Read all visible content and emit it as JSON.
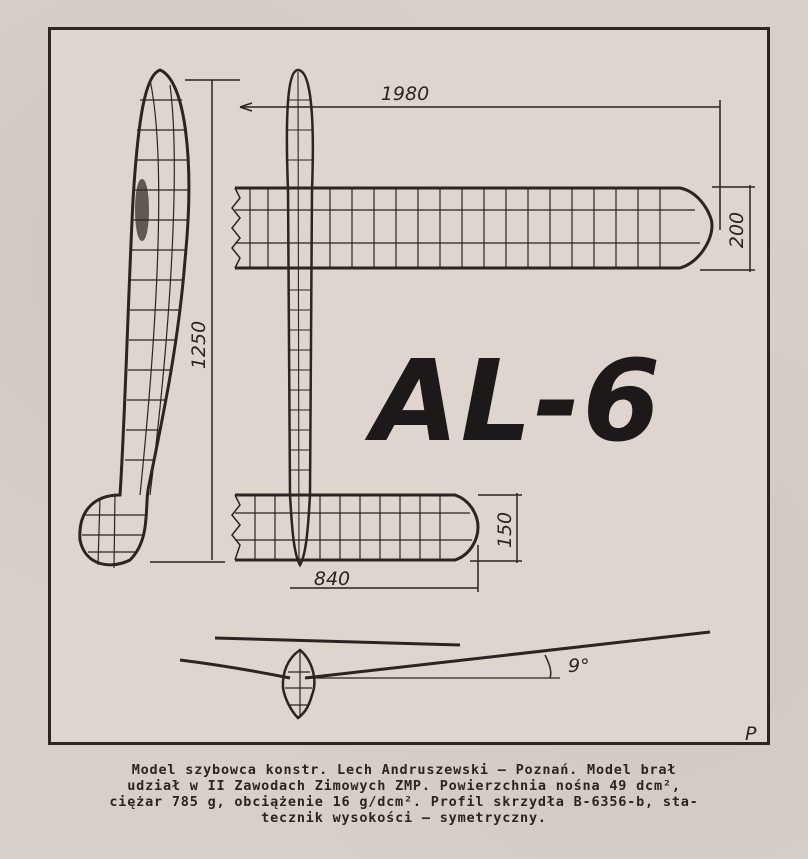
{
  "drawing": {
    "title": "AL-6",
    "dimensions": {
      "wingspan": "1980",
      "wing_chord": "200",
      "fuselage_length": "1250",
      "stabilizer_span": "840",
      "stabilizer_chord": "150",
      "dihedral_angle": "9°"
    },
    "signature": "P"
  },
  "caption": {
    "line1": "Model szybowca konstr. Lech Andruszewski — Poznań. Model brał",
    "line2": "udział w II Zawodach Zimowych ZMP. Powierzchnia nośna 49 dcm²,",
    "line3": "ciężar 785 g, obciążenie 16 g/dcm². Profil skrzydła B-6356-b, sta-",
    "line4": "tecznik wysokości — symetryczny."
  },
  "colors": {
    "ink": "#2a2422",
    "paper": "#ddd5ce"
  }
}
